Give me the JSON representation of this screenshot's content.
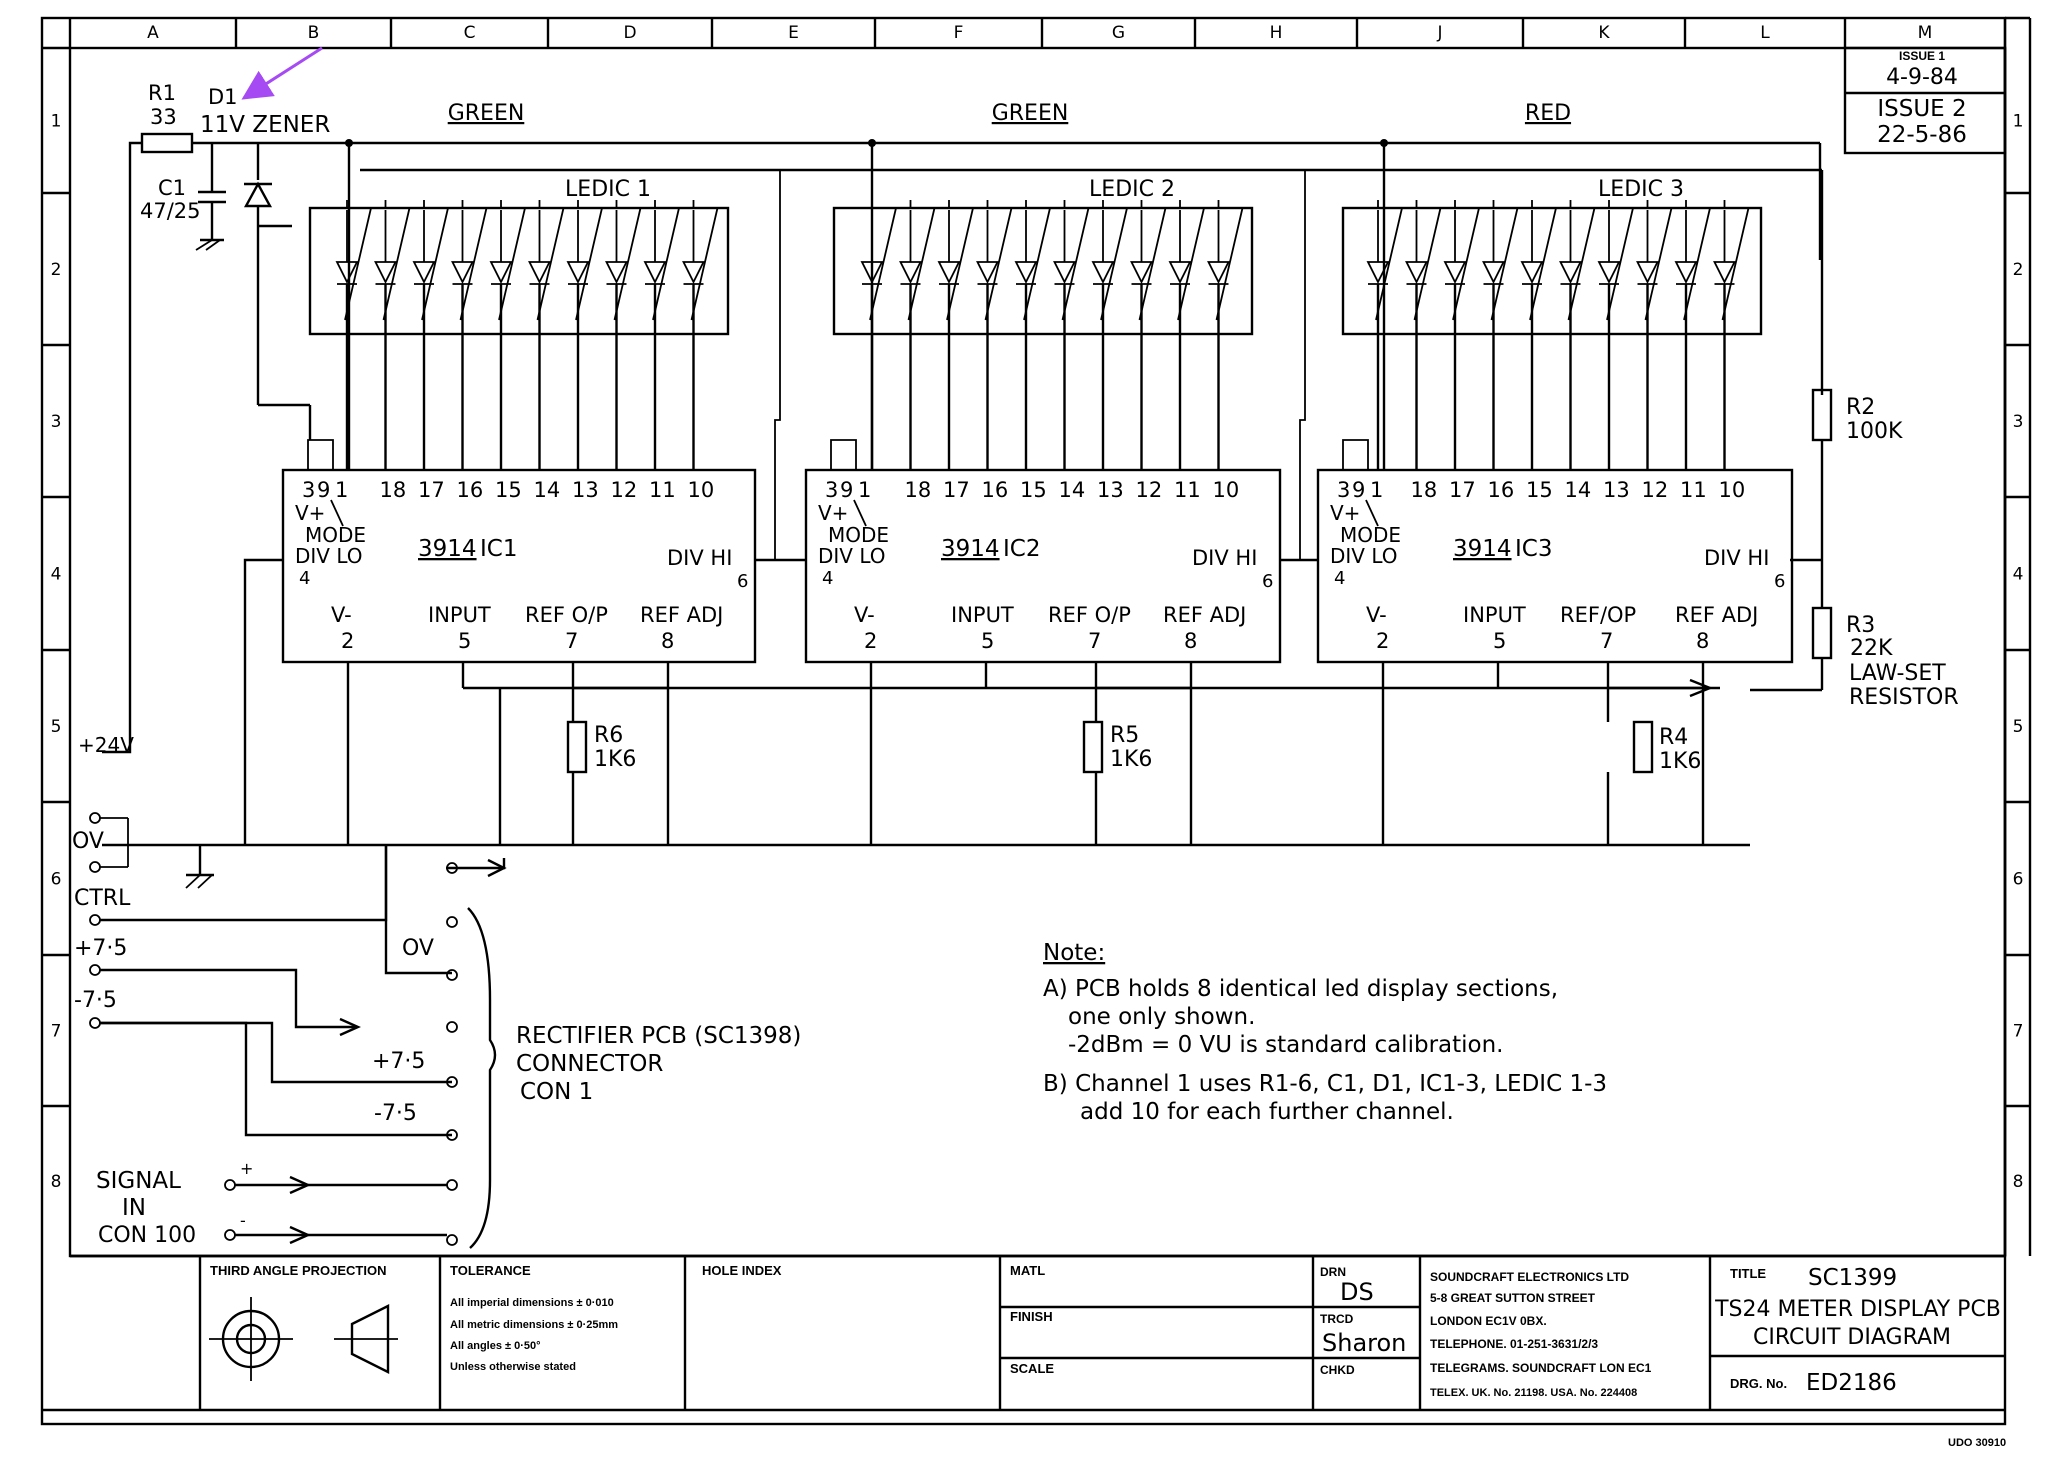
{
  "grid": {
    "columns": [
      "A",
      "B",
      "C",
      "D",
      "E",
      "F",
      "G",
      "H",
      "J",
      "K",
      "L",
      "M"
    ],
    "rows": [
      "1",
      "2",
      "3",
      "4",
      "5",
      "6",
      "7",
      "8"
    ]
  },
  "issues": {
    "issue1_label": "ISSUE 1",
    "issue1_date": "4-9-84",
    "issue2_label": "ISSUE 2",
    "issue2_date": "22-5-86"
  },
  "components": {
    "r1": {
      "ref": "R1",
      "value": "33"
    },
    "d1": {
      "ref": "D1",
      "value": "11V ZENER"
    },
    "c1": {
      "ref": "C1",
      "value": "47/25"
    },
    "r2": {
      "ref": "R2",
      "value": "100K"
    },
    "r3": {
      "ref": "R3",
      "value": "22K",
      "note1": "LAW-SET",
      "note2": "RESISTOR"
    },
    "r4": {
      "ref": "R4",
      "value": "1K6"
    },
    "r5": {
      "ref": "R5",
      "value": "1K6"
    },
    "r6": {
      "ref": "R6",
      "value": "1K6"
    }
  },
  "colour_labels": [
    "GREEN",
    "GREEN",
    "RED"
  ],
  "ledics": [
    "LEDIC 1",
    "LEDIC 2",
    "LEDIC 3"
  ],
  "ics": [
    {
      "part": "3914",
      "name": "IC1"
    },
    {
      "part": "3914",
      "name": "IC2"
    },
    {
      "part": "3914",
      "name": "IC3"
    }
  ],
  "ic_pins": {
    "top": [
      "3",
      "9",
      "1",
      "18",
      "17",
      "16",
      "15",
      "14",
      "13",
      "12",
      "11",
      "10"
    ],
    "vplus": "V+",
    "mode": "MODE",
    "div_lo": "DIV LO",
    "div_lo_pin": "4",
    "div_hi": "DIV HI",
    "div_hi_pin": "6",
    "vminus": "V-",
    "vminus_pin": "2",
    "input": "INPUT",
    "input_pin": "5",
    "ref_op_a": "REF O/P",
    "ref_op_b": "REF/OP",
    "ref_op_pin": "7",
    "ref_adj": "REF ADJ",
    "ref_adj_pin": "8"
  },
  "connectors": {
    "plus24": "+24V",
    "ov": "OV",
    "ctrl": "CTRL",
    "plus75": "+7·5",
    "minus75": "-7·5",
    "ov_right": "OV",
    "plus75_right": "+7·5",
    "minus75_right": "-7·5",
    "signal_1": "SIGNAL",
    "signal_2": "IN",
    "signal_3": "CON 100",
    "plus": "+",
    "minus": "-",
    "rectifier_1": "RECTIFIER PCB (SC1398)",
    "rectifier_2": "CONNECTOR",
    "rectifier_3": "CON 1"
  },
  "note": {
    "heading": "Note:",
    "a1": "A) PCB holds 8 identical led display sections,",
    "a2": "one only shown.",
    "a3": "-2dBm = 0 VU is standard calibration.",
    "b1": "B) Channel 1 uses R1-6, C1, D1, IC1-3, LEDIC 1-3",
    "b2": "add 10 for each further channel."
  },
  "title_block": {
    "projection": "THIRD ANGLE PROJECTION",
    "tolerance": "TOLERANCE",
    "tol1": "All imperial dimensions ± 0·010",
    "tol2": "All metric dimensions ± 0·25mm",
    "tol3": "All angles ± 0·50°",
    "tol4": "Unless otherwise stated",
    "hole_index": "HOLE INDEX",
    "matl": "MATL",
    "finish": "FINISH",
    "scale": "SCALE",
    "drn": "DRN",
    "drn_value": "DS",
    "trcd": "TRCD",
    "trcd_value": "Sharon",
    "chkd": "CHKD",
    "company1": "SOUNDCRAFT ELECTRONICS LTD",
    "company2": "5-8 GREAT SUTTON STREET",
    "company3": "LONDON EC1V 0BX.",
    "company4": "TELEPHONE. 01-251-3631/2/3",
    "company5": "TELEGRAMS. SOUNDCRAFT LON EC1",
    "company6": "TELEX. UK. No. 21198. USA. No. 224408",
    "title_label": "TITLE",
    "title_code": "SC1399",
    "title_line1": "TS24 METER DISPLAY PCB",
    "title_line2": "CIRCUIT DIAGRAM",
    "drg_label": "DRG. No.",
    "drg_value": "ED2186"
  },
  "footer_code": "UDO 30910",
  "colors": {
    "ink": "#000000",
    "annotation_arrow": "#a64bf4"
  }
}
